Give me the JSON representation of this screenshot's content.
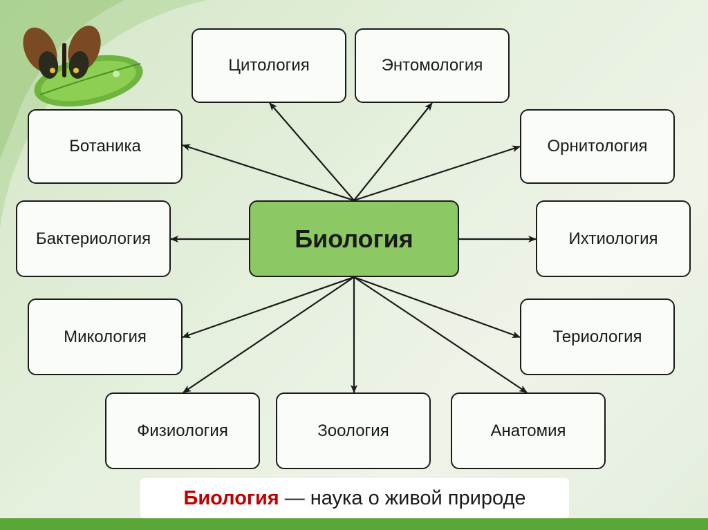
{
  "diagram": {
    "center": "Биология",
    "branches": [
      {
        "id": "cytology",
        "label": "Цитология"
      },
      {
        "id": "entomology",
        "label": "Энтомология"
      },
      {
        "id": "botany",
        "label": "Ботаника"
      },
      {
        "id": "ornithology",
        "label": "Орнитология"
      },
      {
        "id": "bacteriology",
        "label": "Бактериология"
      },
      {
        "id": "ichthyology",
        "label": "Ихтиология"
      },
      {
        "id": "mycology",
        "label": "Микология"
      },
      {
        "id": "theriology",
        "label": "Териология"
      },
      {
        "id": "physiology",
        "label": "Физиология"
      },
      {
        "id": "zoology",
        "label": "Зоология"
      },
      {
        "id": "anatomy",
        "label": "Анатомия"
      }
    ]
  },
  "caption": {
    "term": "Биология",
    "separator": "—",
    "definition": "наука о живой природе"
  },
  "colors": {
    "center_fill": "#8cc864",
    "accent_green": "#5aa636",
    "term_red": "#c00000"
  },
  "icons": {
    "decoration": "butterfly-on-leaf-icon"
  }
}
